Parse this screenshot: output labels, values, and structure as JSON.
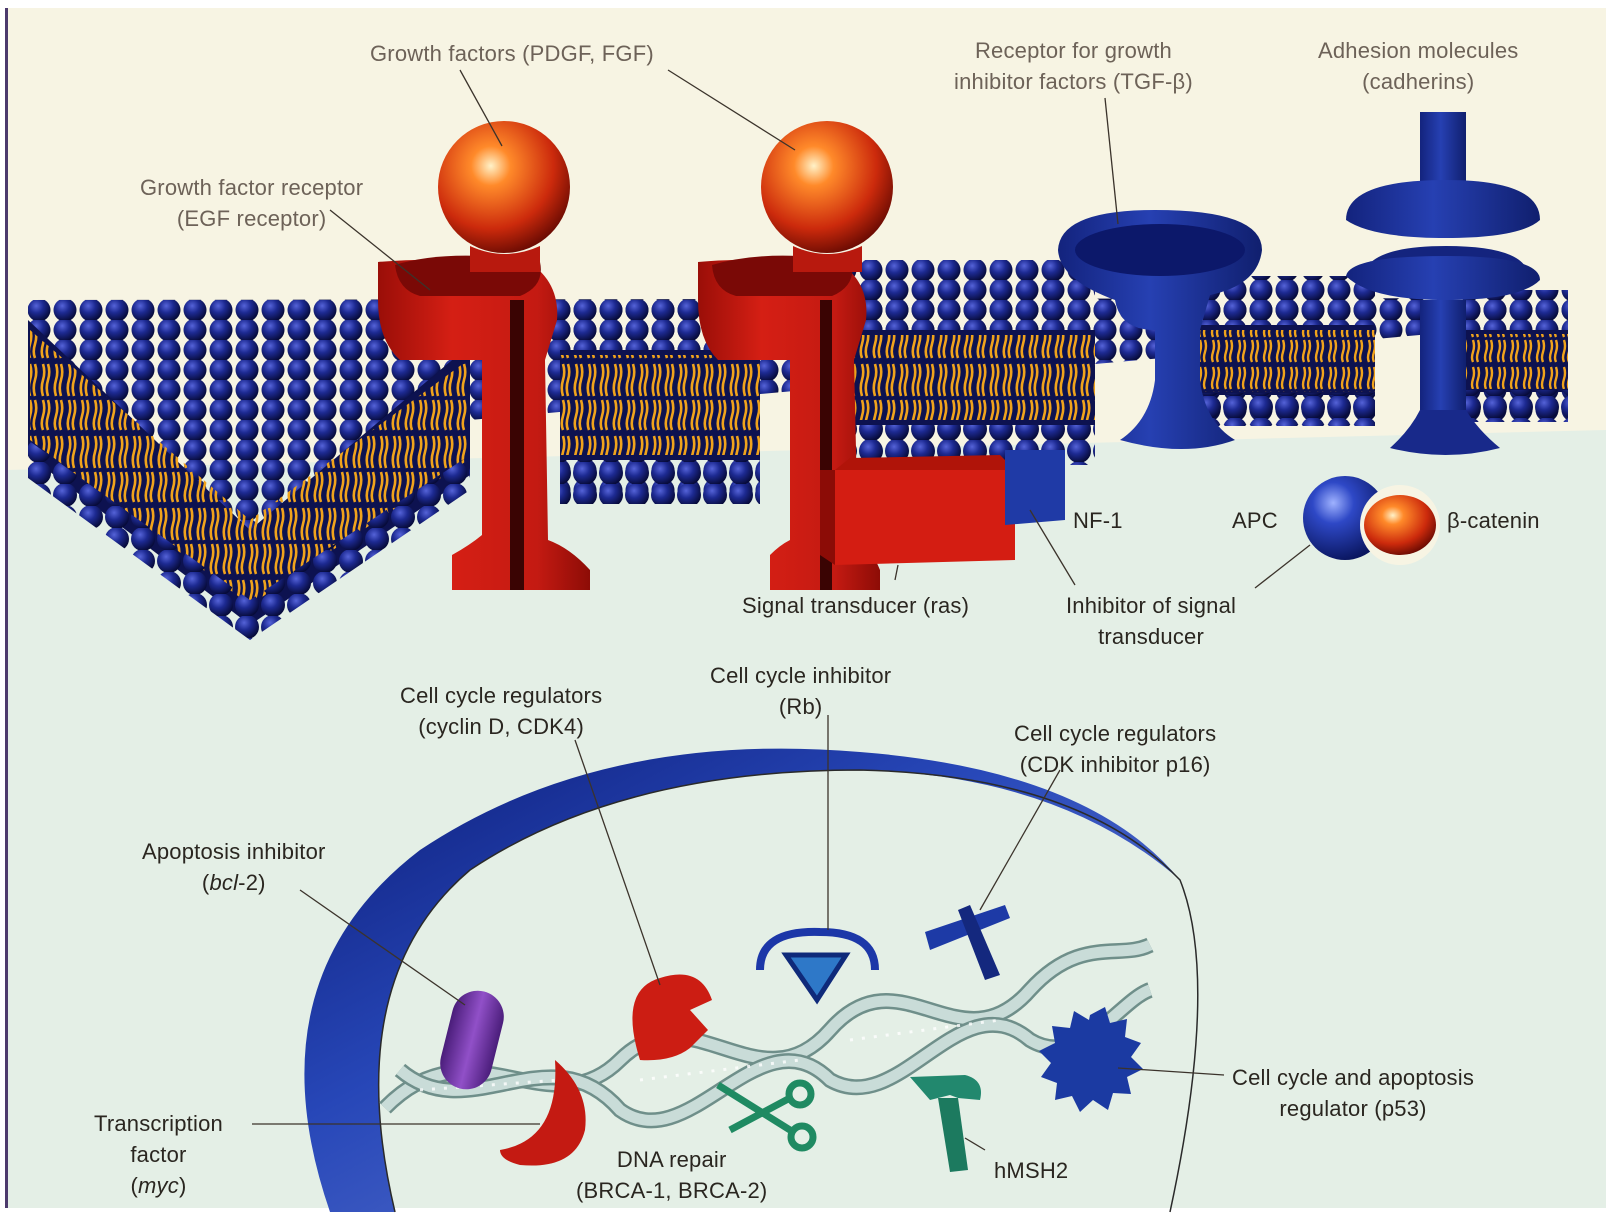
{
  "labels": {
    "growth_factors": "Growth factors (PDGF, FGF)",
    "growth_factor_receptor": [
      "Growth factor receptor",
      "(EGF receptor)"
    ],
    "tgf_receptor": [
      "Receptor for growth",
      "inhibitor factors (TGF-β)"
    ],
    "adhesion": [
      "Adhesion molecules",
      "(cadherins)"
    ],
    "nf1": "NF-1",
    "apc": "APC",
    "beta_catenin": "β-catenin",
    "signal_transducer": "Signal transducer (ras)",
    "inhibitor_signal": [
      "Inhibitor of signal",
      "transducer"
    ],
    "cell_cycle_inhibitor": [
      "Cell cycle inhibitor",
      "(Rb)"
    ],
    "cyclin": [
      "Cell cycle regulators",
      "(cyclin D, CDK4)"
    ],
    "p16": [
      "Cell cycle regulators",
      "(CDK inhibitor p16)"
    ],
    "apoptosis_inhibitor": {
      "line1": "Apoptosis inhibitor",
      "open": "(",
      "gene": "bcl",
      "rest": "-2)"
    },
    "p53": [
      "Cell cycle and apoptosis",
      "regulator (p53)"
    ],
    "transcription": {
      "line1": "Transcription",
      "line2": "factor",
      "open": "(",
      "gene": "myc",
      "close": ")"
    },
    "dna_repair": [
      "DNA repair",
      "(BRCA-1, BRCA-2)"
    ],
    "hmsh2": "hMSH2"
  },
  "colors": {
    "background_upper": "#f7f4e3",
    "background_lower": "#e4efe6",
    "lipid_head": "#1b2482",
    "lipid_tail": "#f0a31c",
    "receptor_red": "#cc1b12",
    "cadherin_blue": "#1a2f9a",
    "nucleus_blue": "#1c37a8",
    "dna_strand": "#b9cfcc",
    "scissors_green": "#1f8a62",
    "hammer_green": "#22886e",
    "bcl2_purple": "#7a3db0"
  },
  "icons": [
    "lipid-bilayer",
    "growth-factor-sphere",
    "receptor-channel",
    "ring-receptor",
    "cadherin-pillar",
    "ras-block",
    "nf1-block",
    "apc-sphere",
    "beta-catenin-sphere",
    "nucleus-arc",
    "dna-helix",
    "bcl2-capsule",
    "cyclin-shape",
    "rb-triangle",
    "p16-cross",
    "p53-gear",
    "scissors-icon",
    "hammer-icon"
  ]
}
